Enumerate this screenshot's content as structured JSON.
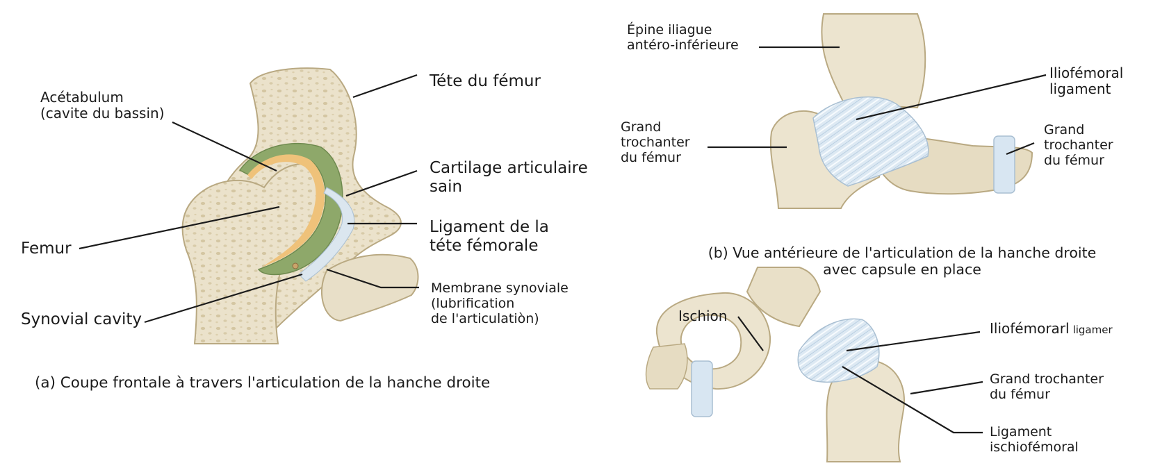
{
  "colors": {
    "bone": "#ece4cf",
    "bone_shade": "#d6c9a6",
    "bone_outline": "#b9a982",
    "cartilage": "#efc27a",
    "synovial_green": "#8ea86a",
    "ligament": "#d8e6f2",
    "leader": "#1b1b1b"
  },
  "panel_a": {
    "caption": "(a) Coupe frontale à travers l'articulation de la hanche droite",
    "labels": {
      "acetabulum": [
        "Acétabulum",
        "(cavite du bassin)"
      ],
      "tete_femur": "Téte du fémur",
      "cartilage": [
        "Cartilage articulaire",
        "sain"
      ],
      "ligament_tete": [
        "Ligament de la",
        "téte fémorale"
      ],
      "femur": "Femur",
      "membrane": [
        "Membrane synoviale",
        "(lubrification",
        "de l'articulatiòn)"
      ],
      "synovial_cavity": "Synovial cavity"
    }
  },
  "panel_b": {
    "caption": [
      "(b) Vue antérieure de l'articulation de la hanche droite",
      "avec capsule en place"
    ],
    "labels": {
      "epine": [
        "Épine iliague",
        "antéro-inférieure"
      ],
      "iliofemoral": [
        "Iliofémoral",
        "ligament"
      ],
      "grand_trochanter_left": [
        "Grand",
        "trochanter",
        "du fémur"
      ],
      "grand_trochanter_right": [
        "Grand",
        "trochanter",
        "du fémur"
      ]
    }
  },
  "panel_c": {
    "labels": {
      "ischion": "Ischion",
      "iliofemoral_main": "Iliofémorarl",
      "iliofemoral_small": "ligamer",
      "grand_trochanter": [
        "Grand trochanter",
        "du fémur"
      ],
      "ischiofemoral": [
        "Ligament",
        "ischiofémoral"
      ]
    }
  }
}
